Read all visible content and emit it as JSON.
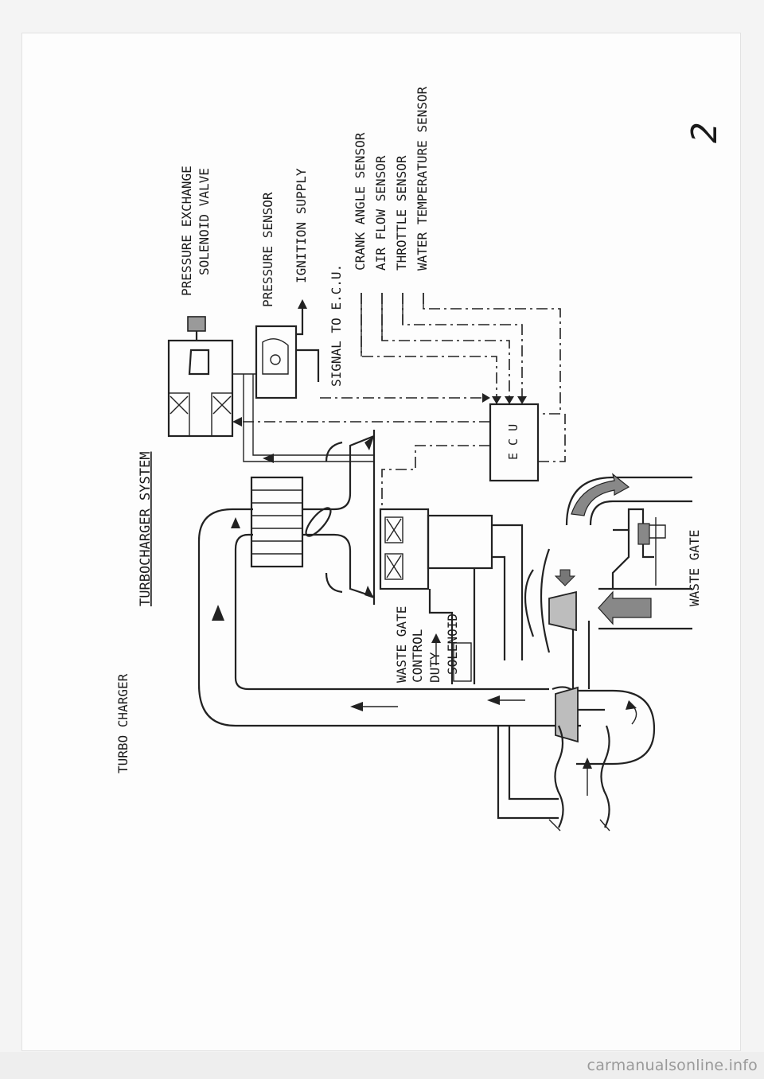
{
  "diagram": {
    "title": "TURBOCHARGER SYSTEM",
    "page_number": "2",
    "labels": {
      "pressure_exchange_1": "PRESSURE EXCHANGE",
      "pressure_exchange_2": "SOLENOID VALVE",
      "pressure_sensor": "PRESSURE SENSOR",
      "ignition_supply": "IGNITION SUPPLY",
      "signal_to_ecu": "SIGNAL TO E.C.U.",
      "crank_angle": "CRANK ANGLE SENSOR",
      "air_flow": "AIR FLOW SENSOR",
      "throttle": "THROTTLE SENSOR",
      "water_temp": "WATER TEMPERATURE SENSOR",
      "ecu": "E C U",
      "wg_control_1": "WASTE GATE",
      "wg_control_2": "CONTROL",
      "wg_control_3": "DUTY",
      "wg_control_4": "SOLENOID",
      "turbo_charger": "TURBO CHARGER",
      "waste_gate": "WASTE GATE"
    }
  },
  "footer": {
    "watermark": "carmanualsonline.info"
  }
}
